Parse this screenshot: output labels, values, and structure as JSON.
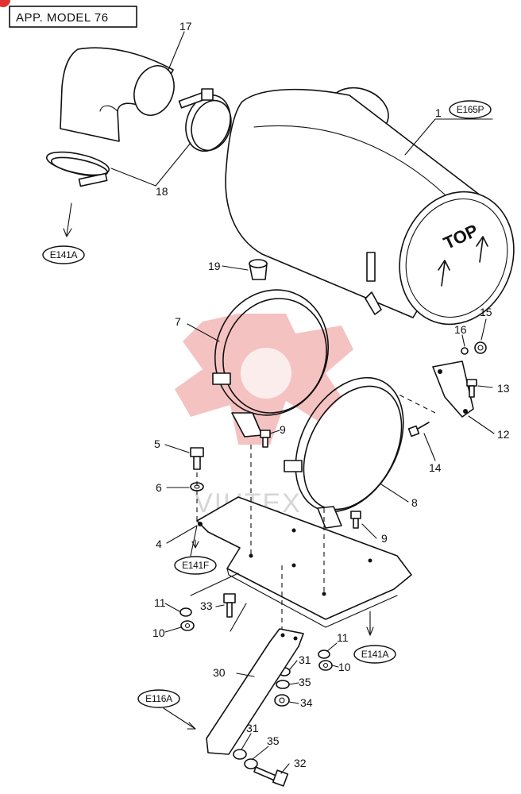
{
  "header": {
    "model_label": "APP. MODEL 76"
  },
  "watermark": {
    "text": "VIHTEX",
    "color": "#e25050"
  },
  "cleaner": {
    "lid_text": "TOP"
  },
  "part_numbers": {
    "p1": "1",
    "p4": "4",
    "p5": "5",
    "p6": "6",
    "p7": "7",
    "p8": "8",
    "p9a": "9",
    "p9b": "9",
    "p10a": "10",
    "p10b": "10",
    "p11a": "11",
    "p11b": "11",
    "p12": "12",
    "p13": "13",
    "p14": "14",
    "p15": "15",
    "p16": "16",
    "p17": "17",
    "p18": "18",
    "p19": "19",
    "p30": "30",
    "p31a": "31",
    "p31b": "31",
    "p32": "32",
    "p33": "33",
    "p34": "34",
    "p35a": "35",
    "p35b": "35"
  },
  "references": {
    "r_e165p": "E165P",
    "r_e141a_left": "E141A",
    "r_e141f": "E141F",
    "r_e141a_right": "E141A",
    "r_e116a": "E116A"
  }
}
